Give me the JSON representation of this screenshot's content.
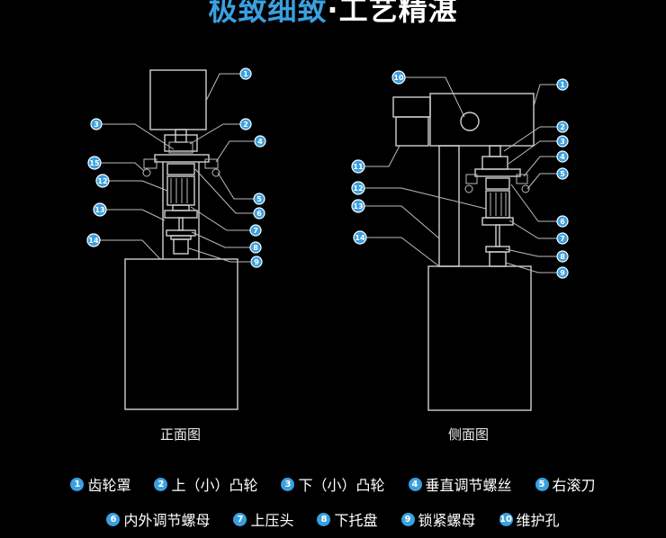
{
  "title": {
    "part1": "极致细致",
    "separator": "·",
    "part2": "工艺精湛"
  },
  "captions": {
    "front": "正面图",
    "side": "侧面图"
  },
  "colors": {
    "accent": "#3aa0e0",
    "line": "#cfcfcf",
    "background": "#000000"
  },
  "front_callouts": [
    "1",
    "2",
    "3",
    "4",
    "5",
    "6",
    "7",
    "8",
    "9",
    "12",
    "13",
    "14",
    "15"
  ],
  "side_callouts": [
    "1",
    "2",
    "3",
    "4",
    "5",
    "6",
    "7",
    "8",
    "9",
    "10",
    "11",
    "12",
    "13",
    "14"
  ],
  "legend": {
    "row1": [
      {
        "num": "1",
        "label": "齿轮罩"
      },
      {
        "num": "2",
        "label": "上（小）凸轮"
      },
      {
        "num": "3",
        "label": "下（小）凸轮"
      },
      {
        "num": "4",
        "label": "垂直调节螺丝"
      },
      {
        "num": "5",
        "label": "右滚刀"
      }
    ],
    "row2": [
      {
        "num": "6",
        "label": "内外调节螺母"
      },
      {
        "num": "7",
        "label": "上压头"
      },
      {
        "num": "8",
        "label": "下托盘"
      },
      {
        "num": "9",
        "label": "锁紧螺母"
      },
      {
        "num": "10",
        "label": "维护孔"
      }
    ]
  }
}
